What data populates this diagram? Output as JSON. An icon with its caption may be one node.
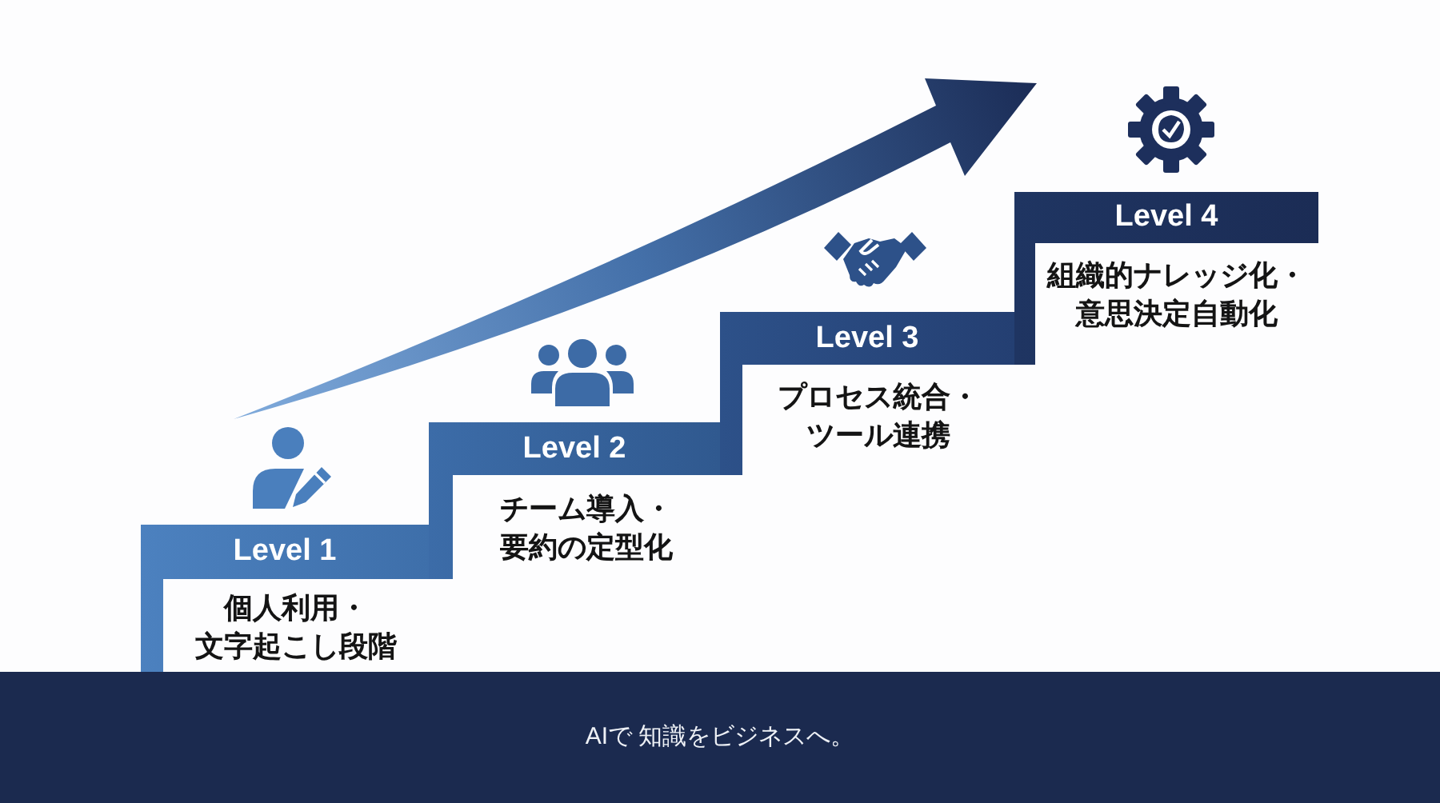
{
  "diagram": {
    "nodes": [
      {
        "text": [
          "Level 1",
          "個人利用・文字起こし段階"
        ]
      },
      {
        "text": [
          "Level 2",
          "チーム導入・要約の定型化"
        ]
      },
      {
        "text": [
          "Level 3",
          "プロセス統合・ツール連携"
        ]
      },
      {
        "text": [
          "Level 4",
          "組織的ナレッジ化・意思決定自動化"
        ]
      },
      {
        "text": [
          "AIで 知識をビジネスへ。"
        ]
      }
    ]
  }
}
